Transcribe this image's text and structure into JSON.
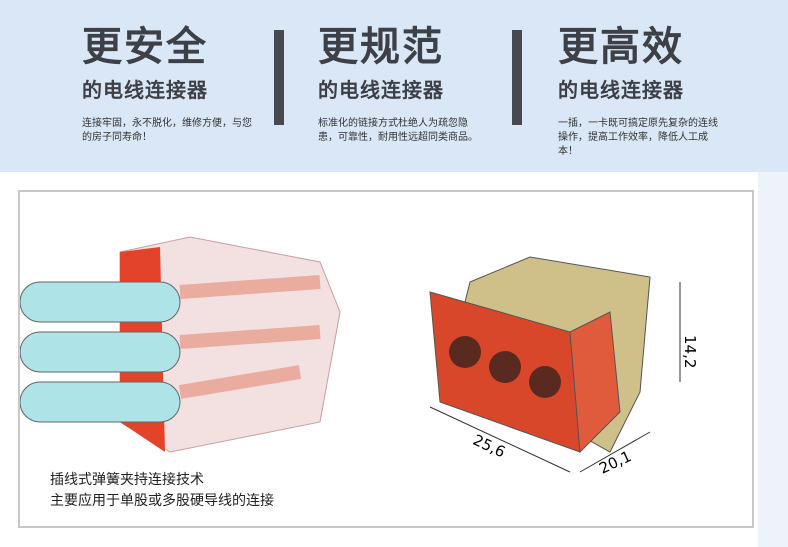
{
  "features": [
    {
      "title": "更安全",
      "subtitle": "的电线连接器",
      "desc": "连接牢固，永不脱化，维修方便，与您的房子同寿命！"
    },
    {
      "title": "更规范",
      "subtitle": "的电线连接器",
      "desc": "标准化的链接方式杜绝人为疏忽隐患，可靠性，耐用性远超同类商品。"
    },
    {
      "title": "更高效",
      "subtitle": "的电线连接器",
      "desc": "一插，一卡既可搞定原先复杂的连线操作，提高工作效率，降低人工成本！"
    }
  ],
  "caption": {
    "line1": "插线式弹簧夹持连接技术",
    "line2": "主要应用于单股或多股硬导线的连接"
  },
  "dimensions": {
    "width": "25,6",
    "depth": "20,1",
    "height": "14,2"
  }
}
